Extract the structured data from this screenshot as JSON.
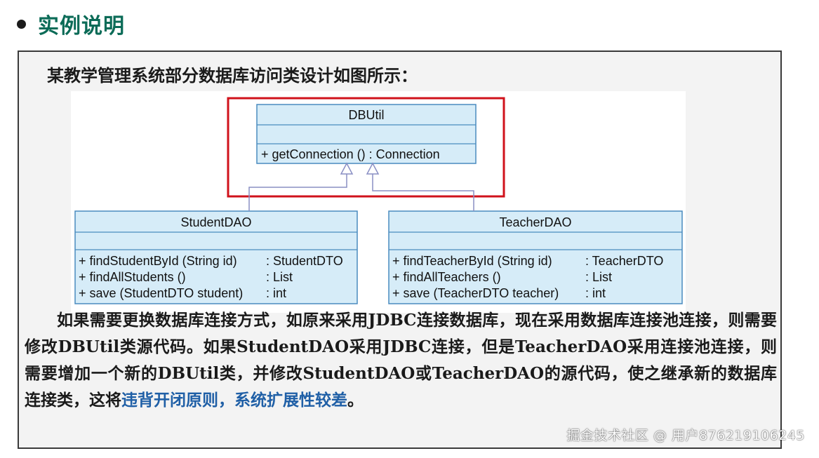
{
  "header": {
    "title": "实例说明"
  },
  "intro": "某教学管理系统部分数据库访问类设计如图所示：",
  "diagram": {
    "classes": [
      {
        "name": "DBUtil",
        "attributes": [],
        "methods": [
          {
            "sig": "+  getConnection ()  : Connection",
            "ret": ""
          }
        ]
      },
      {
        "name": "StudentDAO",
        "attributes": [],
        "methods": [
          {
            "sig": "+  findStudentById (String id)",
            "ret": ": StudentDTO"
          },
          {
            "sig": "+  findAllStudents ()",
            "ret": ": List"
          },
          {
            "sig": "+  save (StudentDTO student)",
            "ret": ": int"
          }
        ]
      },
      {
        "name": "TeacherDAO",
        "attributes": [],
        "methods": [
          {
            "sig": "+  findTeacherById (String id)",
            "ret": ": TeacherDTO"
          },
          {
            "sig": "+  findAllTeachers ()",
            "ret": ": List"
          },
          {
            "sig": "+  save (TeacherDTO teacher)",
            "ret": ": int"
          }
        ]
      }
    ],
    "colors": {
      "box_fill": "#d6ecf8",
      "box_stroke": "#4a8bbf",
      "highlight": "#d0121b",
      "arrow": "#8a8fc4"
    }
  },
  "paragraph": {
    "p1": "如果需要更换数据库连接方式，如原来采用JDBC连接数据库，现在采用数据库连接池连接，则需要修改DBUtil类源代码。如果StudentDAO采用JDBC连接，但是TeacherDAO采用连接池连接，则需要增加一个新的DBUtil类，并修改StudentDAO或TeacherDAO的源代码，使之继承新的数据库连接类，这将",
    "highlight": "违背开闭原则，系统扩展性较差",
    "p2": "。"
  },
  "watermark": "掘金技术社区 @ 用户876219106245"
}
